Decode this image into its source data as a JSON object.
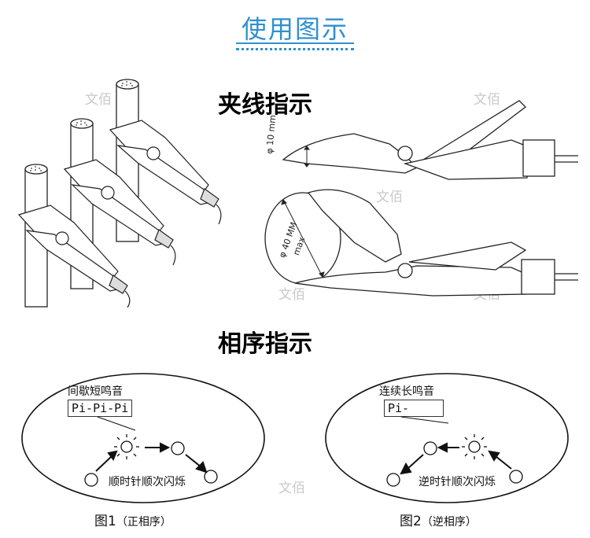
{
  "header": {
    "title": "使用图示"
  },
  "section1": {
    "title": "夹线指示"
  },
  "section2": {
    "title": "相序指示"
  },
  "dimensions": {
    "small": "10 mm",
    "large": "40 MM",
    "large_note": "max",
    "diameter_symbol": "φ"
  },
  "figure1": {
    "beep_label": "间歇短鸣音",
    "sound": "Pi-Pi-Pi",
    "rotation_label": "顺时针顺次闪烁",
    "caption_num": "图1",
    "caption_desc": "（正相序）"
  },
  "figure2": {
    "beep_label": "连续长鸣音",
    "sound": "Pi-",
    "rotation_label": "逆时针顺次闪烁",
    "caption_num": "图2",
    "caption_desc": "（逆相序）"
  },
  "watermark": {
    "text": "文佰"
  }
}
